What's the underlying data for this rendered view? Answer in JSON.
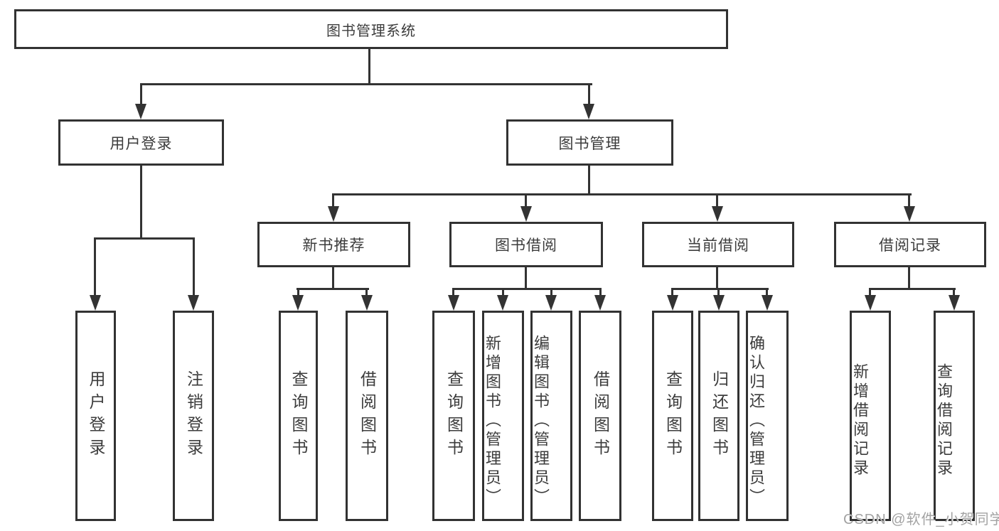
{
  "tree": {
    "label": "图书管理系统",
    "children": [
      {
        "label": "用户登录",
        "children": [
          {
            "label": "用户登录"
          },
          {
            "label": "注销登录"
          }
        ]
      },
      {
        "label": "图书管理",
        "children": [
          {
            "label": "新书推荐",
            "children": [
              {
                "label": "查询图书"
              },
              {
                "label": "借阅图书"
              }
            ]
          },
          {
            "label": "图书借阅",
            "children": [
              {
                "label": "查询图书"
              },
              {
                "label": "新增图书（管理员）"
              },
              {
                "label": "编辑图书（管理员）"
              },
              {
                "label": "借阅图书"
              }
            ]
          },
          {
            "label": "当前借阅",
            "children": [
              {
                "label": "查询图书"
              },
              {
                "label": "归还图书"
              },
              {
                "label": "确认归还（管理员）"
              }
            ]
          },
          {
            "label": "借阅记录",
            "children": [
              {
                "label": "新增借阅记录"
              },
              {
                "label": "查询借阅记录"
              }
            ]
          }
        ]
      }
    ]
  },
  "watermark": {
    "text": "CSDN @软件_小贺同学"
  },
  "colors": {
    "line": "#333333",
    "text": "#3c3c3c",
    "background": "#ffffff",
    "watermark": "#a3a3a3"
  }
}
